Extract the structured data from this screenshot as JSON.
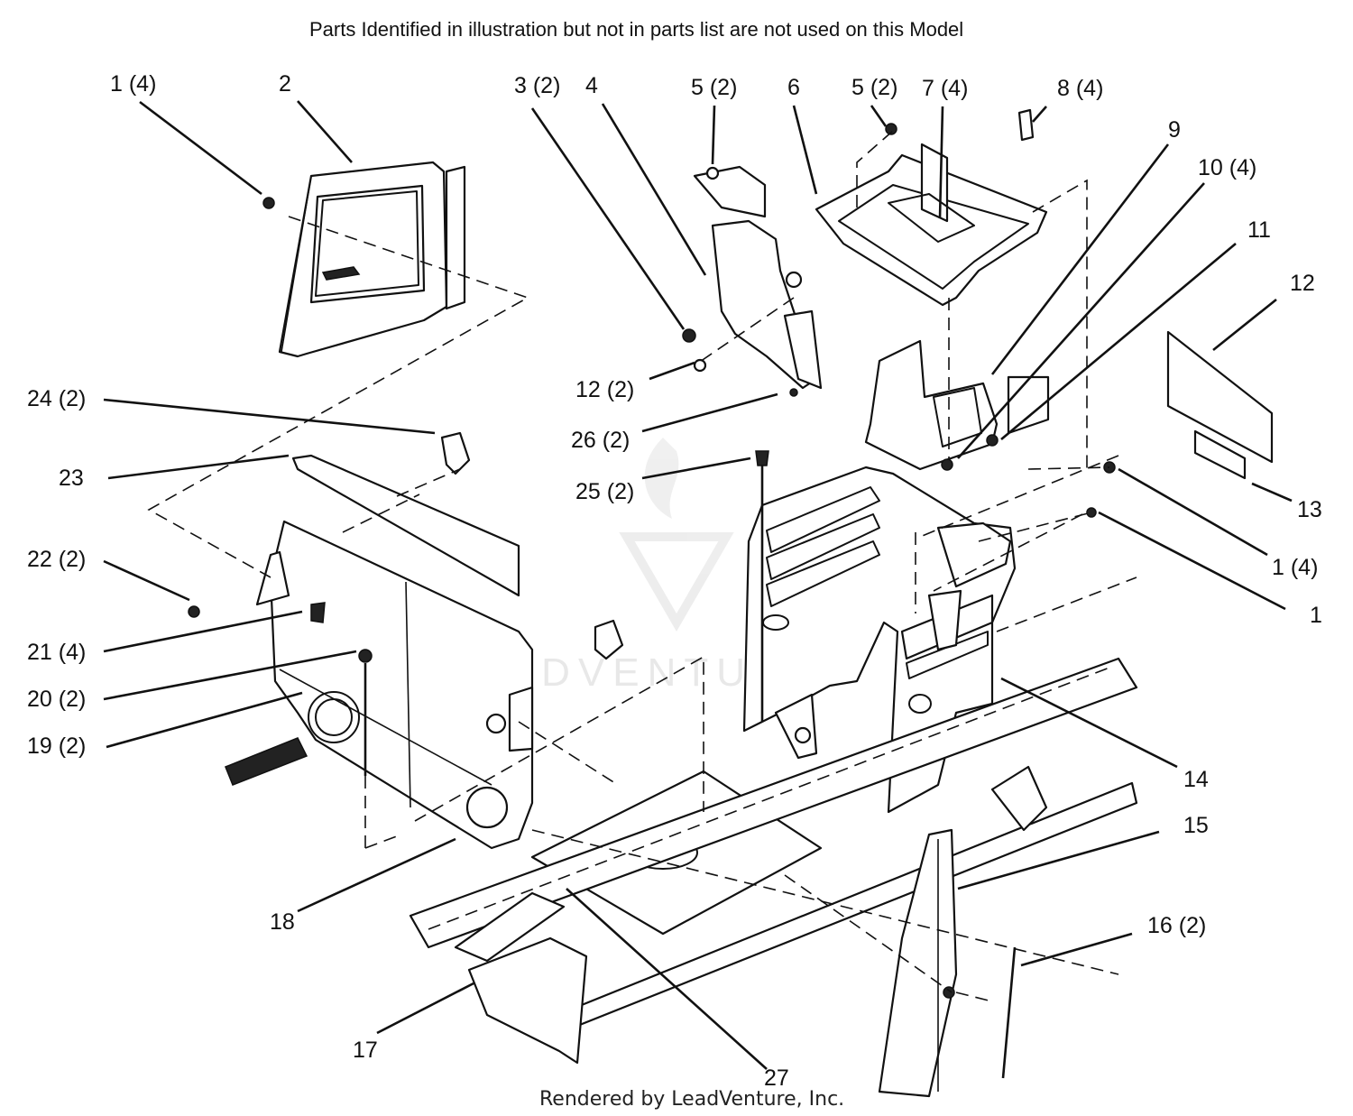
{
  "header_note": "Parts Identified  in illustration but not in parts list are not used on this Model",
  "footer_credit": "Rendered by LeadVenture, Inc.",
  "watermark": "LEADVENTURE",
  "callouts": [
    {
      "id": "c1a",
      "text": "1 (4)"
    },
    {
      "id": "c2",
      "text": "2"
    },
    {
      "id": "c3",
      "text": "3 (2)"
    },
    {
      "id": "c4",
      "text": "4"
    },
    {
      "id": "c5a",
      "text": "5 (2)"
    },
    {
      "id": "c6",
      "text": "6"
    },
    {
      "id": "c5b",
      "text": "5 (2)"
    },
    {
      "id": "c7",
      "text": "7 (4)"
    },
    {
      "id": "c8",
      "text": "8 (4)"
    },
    {
      "id": "c9",
      "text": "9"
    },
    {
      "id": "c10",
      "text": "10 (4)"
    },
    {
      "id": "c11",
      "text": "11"
    },
    {
      "id": "c12a",
      "text": "12"
    },
    {
      "id": "c12b",
      "text": "12 (2)"
    },
    {
      "id": "c26",
      "text": "26 (2)"
    },
    {
      "id": "c25",
      "text": "25 (2)"
    },
    {
      "id": "c24",
      "text": "24 (2)"
    },
    {
      "id": "c23",
      "text": "23"
    },
    {
      "id": "c22",
      "text": "22 (2)"
    },
    {
      "id": "c21",
      "text": "21 (4)"
    },
    {
      "id": "c20",
      "text": "20 (2)"
    },
    {
      "id": "c19",
      "text": "19 (2)"
    },
    {
      "id": "c13",
      "text": "13"
    },
    {
      "id": "c1b",
      "text": "1 (4)"
    },
    {
      "id": "c1c",
      "text": "1"
    },
    {
      "id": "c14",
      "text": "14"
    },
    {
      "id": "c15",
      "text": "15"
    },
    {
      "id": "c16",
      "text": "16 (2)"
    },
    {
      "id": "c18",
      "text": "18"
    },
    {
      "id": "c17",
      "text": "17"
    },
    {
      "id": "c27",
      "text": "27"
    }
  ]
}
